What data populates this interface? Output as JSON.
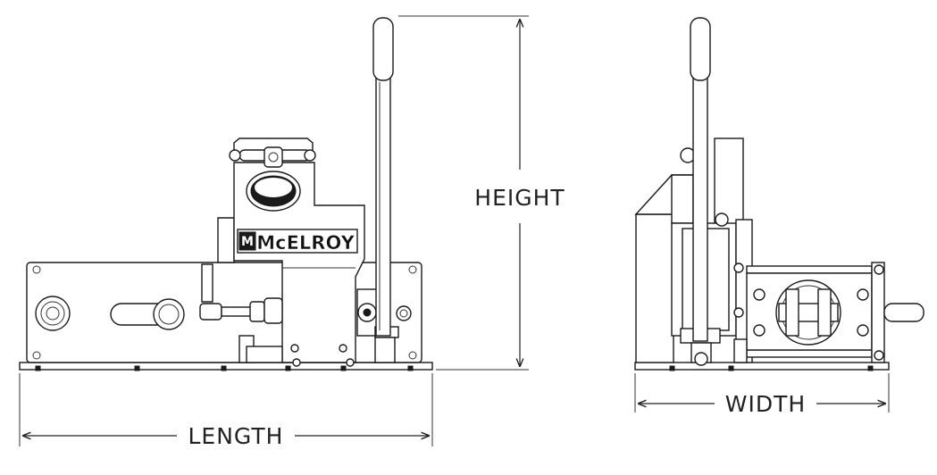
{
  "labels": {
    "height": "HEIGHT",
    "length": "LENGTH",
    "width": "WIDTH",
    "brand": "McELROY",
    "brand_badge": "M"
  },
  "views": [
    "side-view",
    "end-view"
  ],
  "colors": {
    "line": "#1a1a1a",
    "background": "#ffffff"
  }
}
